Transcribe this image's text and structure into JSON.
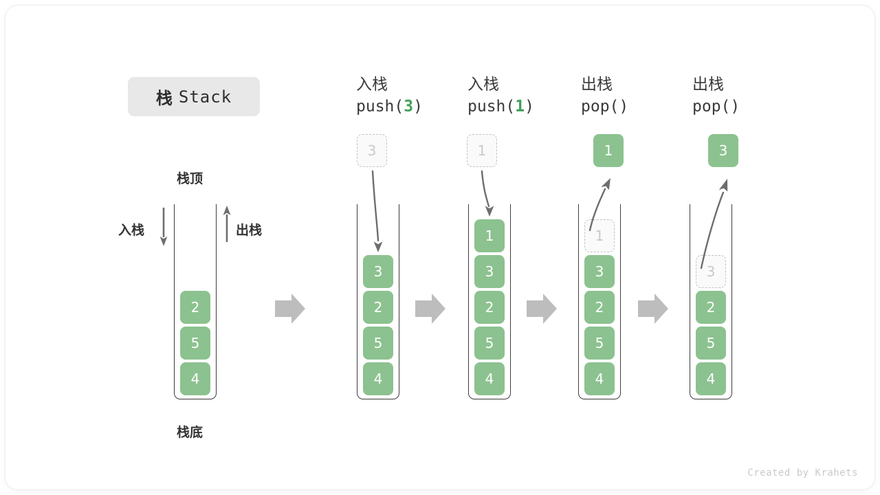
{
  "title": {
    "cjk": "栈",
    "latin": "Stack"
  },
  "labels": {
    "top": "栈顶",
    "bottom": "栈底",
    "push_side": "入栈",
    "pop_side": "出栈"
  },
  "credit": "Created by Krahets",
  "colors": {
    "cell_fill": "#8cc28f",
    "cell_text": "#ffffff",
    "ghost_fill": "#fafafa",
    "ghost_border": "#c2c2c2",
    "ghost_text": "#c9c9c9",
    "accent_green": "#41a05a",
    "rail": "#3c3c3c",
    "step_arrow": "#bdbdbd",
    "motion_arrow": "#6e6e6e",
    "badge_bg": "#e8e8e8"
  },
  "panels": [
    {
      "id": "initial",
      "head_op": "",
      "head_call": "",
      "head_call_pre": "",
      "head_call_arg": "",
      "head_call_post": "",
      "cells": [
        "2",
        "5",
        "4"
      ],
      "ghost_in_stack": null,
      "floating": null
    },
    {
      "id": "push-3",
      "head_op": "入栈",
      "head_call_pre": "push(",
      "head_call_arg": "3",
      "head_call_post": ")",
      "cells": [
        "3",
        "2",
        "5",
        "4"
      ],
      "ghost_in_stack": null,
      "floating": {
        "value": "3",
        "style": "ghost",
        "direction": "down"
      }
    },
    {
      "id": "push-1",
      "head_op": "入栈",
      "head_call_pre": "push(",
      "head_call_arg": "1",
      "head_call_post": ")",
      "cells": [
        "1",
        "3",
        "2",
        "5",
        "4"
      ],
      "ghost_in_stack": null,
      "floating": {
        "value": "1",
        "style": "ghost",
        "direction": "down"
      }
    },
    {
      "id": "pop-1",
      "head_op": "出栈",
      "head_call_pre": "pop(",
      "head_call_arg": "",
      "head_call_post": ")",
      "cells": [
        "3",
        "2",
        "5",
        "4"
      ],
      "ghost_in_stack": "1",
      "floating": {
        "value": "1",
        "style": "filled",
        "direction": "up"
      }
    },
    {
      "id": "pop-2",
      "head_op": "出栈",
      "head_call_pre": "pop(",
      "head_call_arg": "",
      "head_call_post": ")",
      "cells": [
        "2",
        "5",
        "4"
      ],
      "ghost_in_stack": "3",
      "floating": {
        "value": "3",
        "style": "filled",
        "direction": "up"
      }
    }
  ],
  "step_arrows_count": 4
}
